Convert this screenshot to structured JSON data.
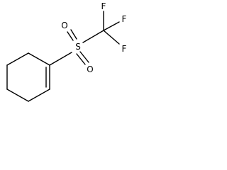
{
  "molecule": {
    "atoms": {
      "sulfur": "S",
      "oxygen_top": "O",
      "oxygen_bottom": "O",
      "fluorine_top": "F",
      "fluorine_right": "F",
      "fluorine_lower": "F"
    },
    "colors": {
      "bond": "#000000",
      "label": "#000000",
      "background": "#ffffff"
    }
  }
}
